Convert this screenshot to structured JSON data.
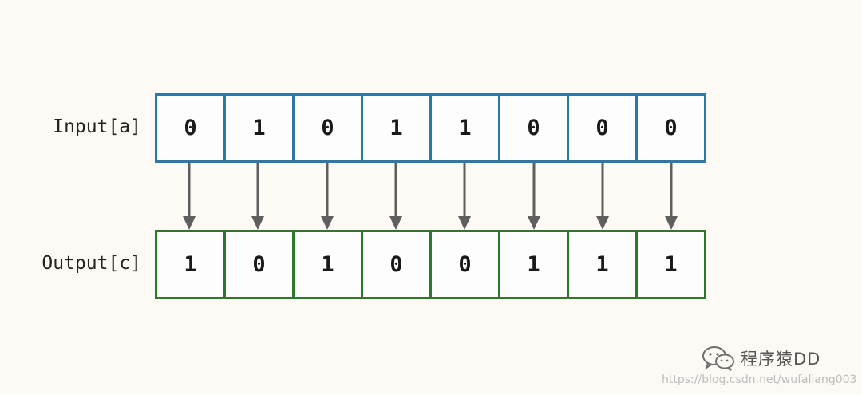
{
  "diagram": {
    "input": {
      "label": "Input[a]",
      "border_color": "#2e78a8",
      "bits": [
        "0",
        "1",
        "0",
        "1",
        "1",
        "0",
        "0",
        "0"
      ]
    },
    "output": {
      "label": "Output[c]",
      "border_color": "#2a7a2a",
      "bits": [
        "1",
        "0",
        "1",
        "0",
        "0",
        "1",
        "1",
        "1"
      ]
    },
    "arrow_color": "#5f5f5f",
    "arrow_count": 8
  },
  "watermark": {
    "icon": "wechat-icon",
    "name": "程序猿DD",
    "url": "https://blog.csdn.net/wufaliang003"
  }
}
